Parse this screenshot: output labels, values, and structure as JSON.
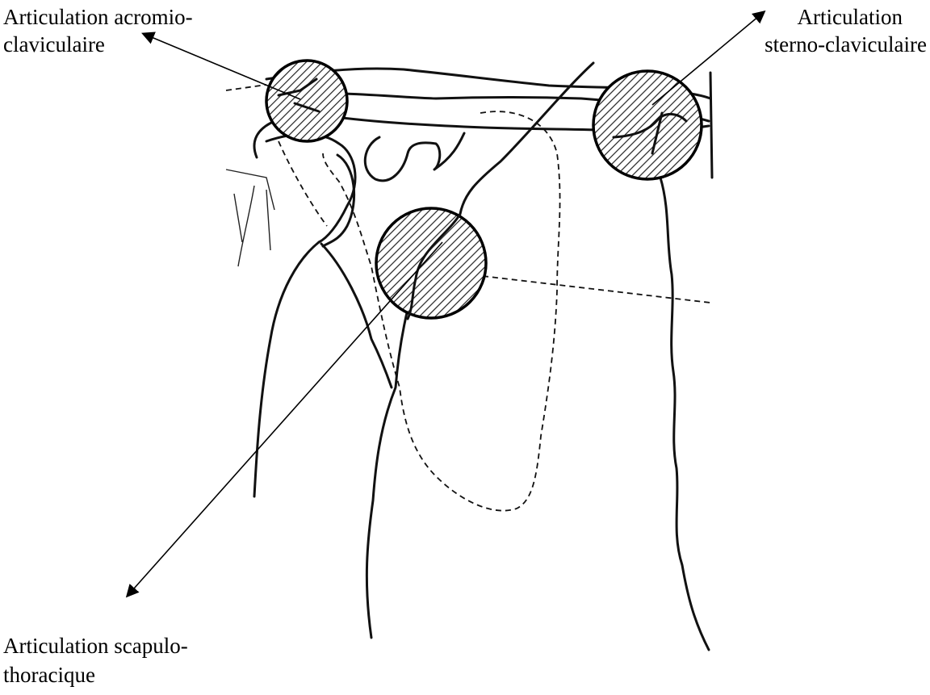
{
  "labels": {
    "acromio_line1": "Articulation acromio-",
    "acromio_line2": "claviculaire",
    "sterno_line1": "Articulation",
    "sterno_line2": "sterno-claviculaire",
    "scapulo_line1": "Articulation scapulo-",
    "scapulo_line2": "thoracique"
  }
}
